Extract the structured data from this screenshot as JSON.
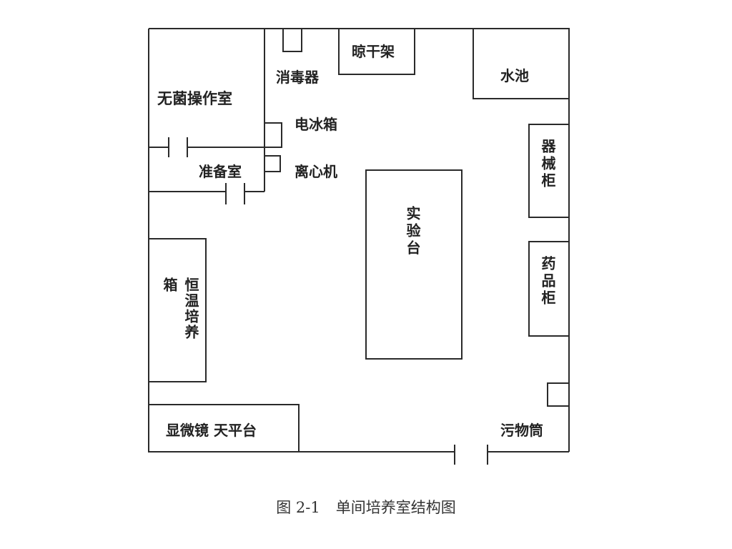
{
  "rooms": {
    "sterile_room": "无菌操作室",
    "prep_room": "准备室",
    "drying_rack": "晾干架",
    "sink": "水池",
    "sterilizer": "消毒器",
    "fridge": "电冰箱",
    "centrifuge": "离心机",
    "bench": "实验台",
    "instrument_cabinet": "器械柜",
    "chemical_cabinet": "药品柜",
    "incubator": "恒温培养箱",
    "microscope_bench": "显微镜 天平台",
    "waste_bin": "污物筒"
  },
  "caption": {
    "number": "图 2-1",
    "title": "单间培养室结构图"
  }
}
